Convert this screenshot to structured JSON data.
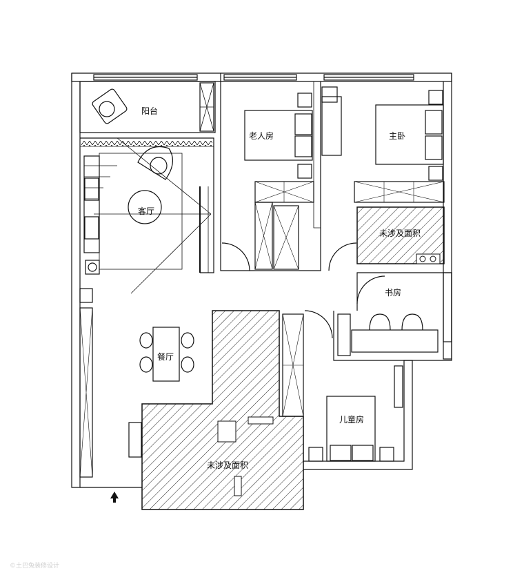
{
  "rooms": {
    "balcony": "阳台",
    "elder_room": "老人房",
    "master_bedroom": "主卧",
    "living_room": "客厅",
    "unbuilt_area_1": "未涉及面积",
    "study": "书房",
    "dining_room": "餐厅",
    "children_room": "儿童房",
    "unbuilt_area_2": "未涉及面积"
  },
  "watermark": "©土巴兔装修设计",
  "colors": {
    "line": "#111111",
    "hatch": "#222222",
    "background": "#ffffff"
  }
}
